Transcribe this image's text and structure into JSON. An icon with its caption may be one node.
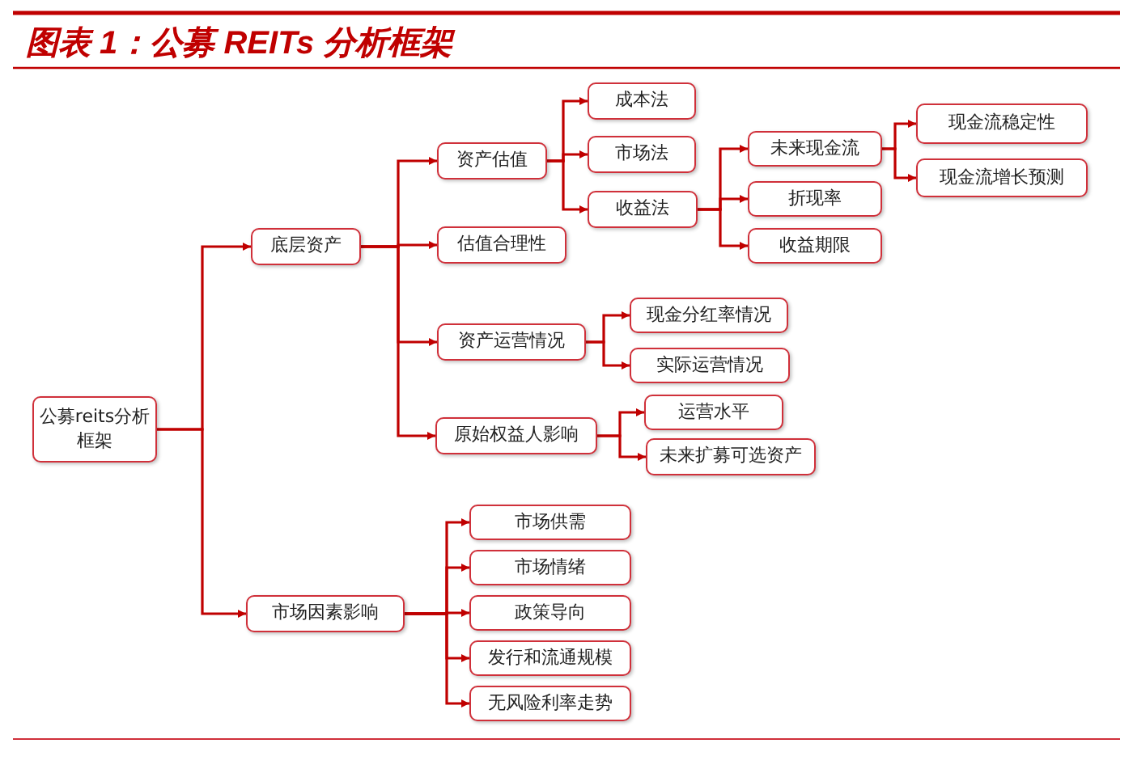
{
  "diagram": {
    "title": "图表 1：公募 REITs 分析框架",
    "nodes": [
      {
        "text": [
          "公募reits分析框架"
        ]
      },
      {
        "text": [
          "底层资产"
        ]
      },
      {
        "text": [
          "市场因素影响"
        ]
      },
      {
        "text": [
          "资产估值"
        ]
      },
      {
        "text": [
          "估值合理性"
        ]
      },
      {
        "text": [
          "资产运营情况"
        ]
      },
      {
        "text": [
          "原始权益人影响"
        ]
      },
      {
        "text": [
          "成本法"
        ]
      },
      {
        "text": [
          "市场法"
        ]
      },
      {
        "text": [
          "收益法"
        ]
      },
      {
        "text": [
          "未来现金流"
        ]
      },
      {
        "text": [
          "折现率"
        ]
      },
      {
        "text": [
          "收益期限"
        ]
      },
      {
        "text": [
          "现金流稳定性"
        ]
      },
      {
        "text": [
          "现金流增长预测"
        ]
      },
      {
        "text": [
          "现金分红率情况"
        ]
      },
      {
        "text": [
          "实际运营情况"
        ]
      },
      {
        "text": [
          "运营水平"
        ]
      },
      {
        "text": [
          "未来扩募可选资产"
        ]
      },
      {
        "text": [
          "市场供需"
        ]
      },
      {
        "text": [
          "市场情绪"
        ]
      },
      {
        "text": [
          "政策导向"
        ]
      },
      {
        "text": [
          "发行和流通规模"
        ]
      },
      {
        "text": [
          "无风险利率走势"
        ]
      }
    ],
    "edges": [
      {
        "from": 0,
        "to": 1,
        "arrow": "to"
      },
      {
        "from": 0,
        "to": 2,
        "arrow": "to"
      },
      {
        "from": 1,
        "to": 3,
        "arrow": "to"
      },
      {
        "from": 1,
        "to": 4,
        "arrow": "to"
      },
      {
        "from": 1,
        "to": 5,
        "arrow": "to"
      },
      {
        "from": 1,
        "to": 6,
        "arrow": "to"
      },
      {
        "from": 3,
        "to": 7,
        "arrow": "to"
      },
      {
        "from": 3,
        "to": 8,
        "arrow": "to"
      },
      {
        "from": 3,
        "to": 9,
        "arrow": "to"
      },
      {
        "from": 9,
        "to": 10,
        "arrow": "to"
      },
      {
        "from": 9,
        "to": 11,
        "arrow": "to"
      },
      {
        "from": 9,
        "to": 12,
        "arrow": "to"
      },
      {
        "from": 10,
        "to": 13,
        "arrow": "to"
      },
      {
        "from": 10,
        "to": 14,
        "arrow": "to"
      },
      {
        "from": 5,
        "to": 15,
        "arrow": "to"
      },
      {
        "from": 5,
        "to": 16,
        "arrow": "to"
      },
      {
        "from": 6,
        "to": 17,
        "arrow": "to"
      },
      {
        "from": 6,
        "to": 18,
        "arrow": "to"
      },
      {
        "from": 2,
        "to": 19,
        "arrow": "to"
      },
      {
        "from": 2,
        "to": 20,
        "arrow": "to"
      },
      {
        "from": 2,
        "to": 21,
        "arrow": "to"
      },
      {
        "from": 2,
        "to": 22,
        "arrow": "to"
      },
      {
        "from": 2,
        "to": 23,
        "arrow": "to"
      }
    ]
  }
}
